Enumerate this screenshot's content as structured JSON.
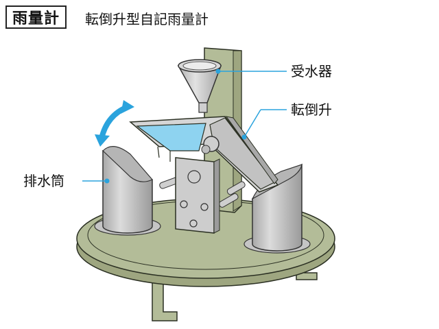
{
  "header": {
    "title": "雨量計",
    "subtitle": "転倒升型自記雨量計"
  },
  "labels": {
    "receiver": "受水器",
    "tipping_bucket": "転倒升",
    "drain_tube": "排水筒"
  },
  "colors": {
    "base_fill": "#b3bc98",
    "base_stroke": "#2a2f22",
    "metal": "#c9c9c9",
    "metal_dark": "#9b9b9b",
    "bucket_blue": "#8ed3f0",
    "pointer_blue": "#2aa3dd",
    "arrow_blue": "#2aa3dd"
  },
  "icons": {
    "tilt_arrow": "curved-double-arrow-icon"
  }
}
